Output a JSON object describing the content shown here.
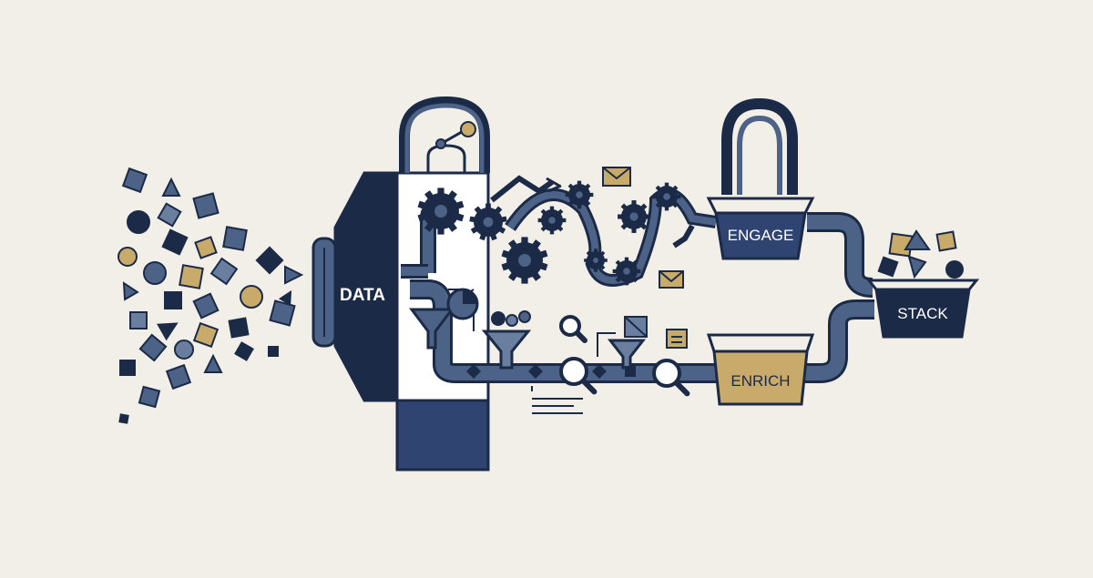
{
  "colors": {
    "background": "#f2efe9",
    "navy": "#1b2a46",
    "slate": "#4c6286",
    "steel": "#6a7fa0",
    "gold": "#c8aa6b",
    "cream": "#f2efe9",
    "white": "#ffffff"
  },
  "labels": {
    "data": "DATA",
    "engage": "ENGAGE",
    "stack": "STACK",
    "enrich": "ENRICH"
  },
  "icons": {
    "scatter": "data-fragments",
    "input": "intake-funnel",
    "machine": "processing-machine",
    "lock": "padlock-shackle",
    "gears": "gear-cluster",
    "arms": "robotic-arms",
    "mail": "envelope",
    "filters": "filter-funnels",
    "search": "magnifier",
    "baskets": "storage-bins"
  }
}
